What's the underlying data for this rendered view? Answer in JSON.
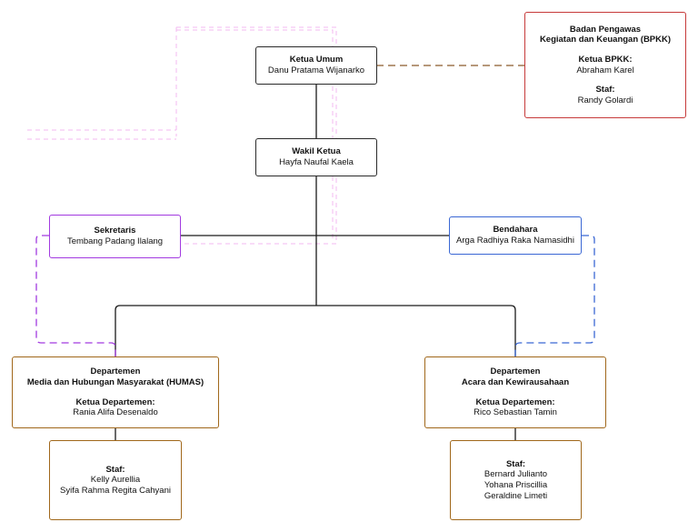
{
  "bpkk": {
    "title1": "Badan Pengawas",
    "title2": "Kegiatan dan Keuangan (BPKK)",
    "ketua_label": "Ketua BPKK:",
    "ketua_name": "Abraham Karel",
    "staf_label": "Staf:",
    "staf_name": "Randy Golardi"
  },
  "ketua_umum": {
    "title": "Ketua Umum",
    "name": "Danu Pratama Wijanarko"
  },
  "wakil_ketua": {
    "title": "Wakil Ketua",
    "name": "Hayfa Naufal Kaela"
  },
  "sekretaris": {
    "title": "Sekretaris",
    "name": "Tembang Padang Ilalang"
  },
  "bendahara": {
    "title": "Bendahara",
    "name": "Arga Radhiya Raka Namasidhi"
  },
  "humas": {
    "title1": "Departemen",
    "title2": "Media dan Hubungan Masyarakat (HUMAS)",
    "ketua_label": "Ketua Departemen:",
    "ketua_name": "Rania Alifa Desenaldo",
    "staf_label": "Staf:",
    "staf": [
      "Kelly Aurellia",
      "Syifa Rahma Regita Cahyani"
    ]
  },
  "acara": {
    "title1": "Departemen",
    "title2": "Acara dan Kewirausahaan",
    "ketua_label": "Ketua Departemen:",
    "ketua_name": "Rico Sebastian Tamin",
    "staf_label": "Staf:",
    "staf": [
      "Bernard Julianto",
      "Yohana Priscillia",
      "Geraldine Limeti"
    ]
  },
  "colors": {
    "solid_line": "#1a1a1a",
    "bpkk_link": "#8a5a2b",
    "sekretaris_link": "#a23ae0",
    "bendahara_link": "#3a67d4",
    "ghost_guide": "#f3b8f0"
  }
}
